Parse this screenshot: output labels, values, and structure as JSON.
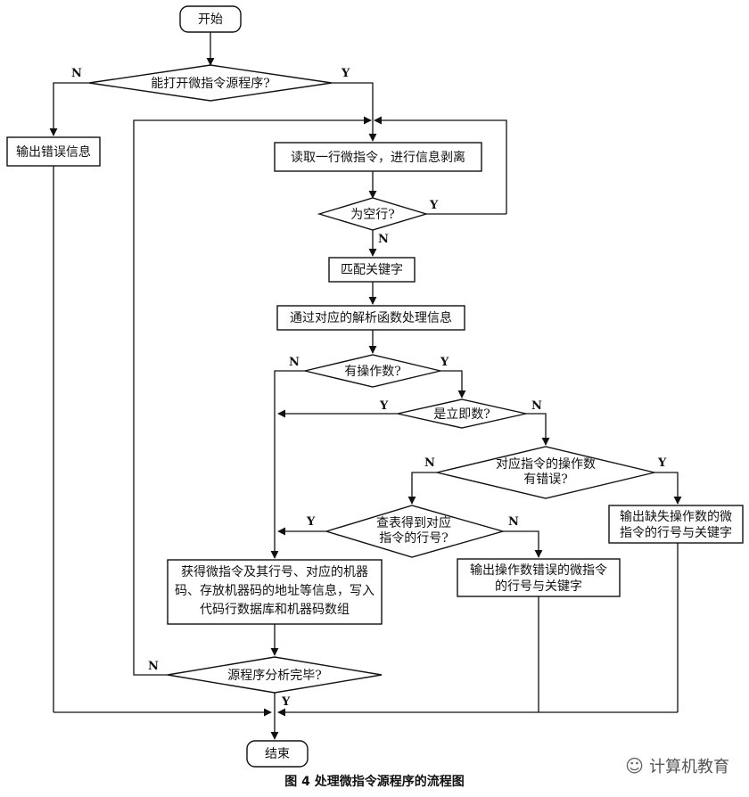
{
  "nodes": {
    "start": "开始",
    "open_check": "能打开微指令源程序?",
    "output_error": "输出错误信息",
    "read_line": "读取一行微指令，进行信息剥离",
    "empty_check": "为空行?",
    "match_keyword": "匹配关键字",
    "parse_function": "通过对应的解析函数处理信息",
    "operand_check": "有操作数?",
    "immediate_check": "是立即数?",
    "operand_error_check": [
      "对应指令的操作数",
      "有错误?"
    ],
    "output_missing": [
      "输出缺失操作数的微",
      "指令的行号与关键字"
    ],
    "lookup_check": [
      "查表得到对应",
      "指令的行号?"
    ],
    "output_operand_error": [
      "输出操作数错误的微指令",
      "的行号与关键字"
    ],
    "store_info": [
      "获得微指令及其行号、对应的机器",
      "码、存放机器码的地址等信息，写入",
      "代码行数据库和机器码数组"
    ],
    "done_check": "源程序分析完毕?",
    "end": "结束"
  },
  "labels": {
    "yes": "Y",
    "no": "N"
  },
  "caption": "图 4   处理微指令源程序的流程图",
  "watermark": "计算机教育",
  "colors": {
    "stroke": "#111111",
    "background": "#ffffff"
  }
}
